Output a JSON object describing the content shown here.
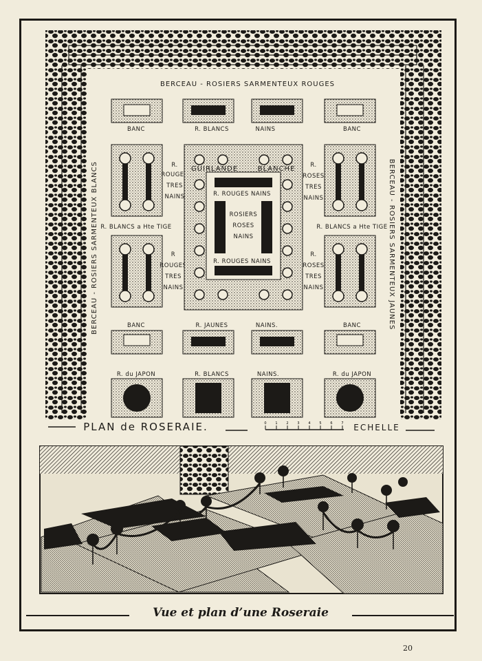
{
  "plan": {
    "top_border": "BERCEAU - ROSIERS SARMENTEUX ROUGES",
    "left_border": "BERCEAU - ROSIERS SARMENTEUX BLANCS",
    "right_border": "BERCEAU - ROSIERS SARMENTEUX JAUNES",
    "banc": "BANC",
    "r_blancs": "R. BLANCS",
    "nains": "NAINS",
    "r_blancs_nains": "R. BLANCS NAINS.",
    "r_rouges_tres_nains": [
      "R.",
      "ROUGES",
      "TRES",
      "NAINS"
    ],
    "r_roses_tres_nains": [
      "R.",
      "ROSES",
      "TRES",
      "NAINS"
    ],
    "r_rouges_bottom": [
      "R",
      "ROUGES",
      "TRES",
      "NAINS"
    ],
    "r_roses_bottom": [
      "R.",
      "ROSES",
      "TRES",
      "NAINS"
    ],
    "guirlande": "GUIRLANDE",
    "blanche": "BLANCHE",
    "r_rouges_nains": "R. ROUGES NAINS",
    "rosiers_roses_nains": [
      "ROSIERS",
      "ROSES",
      "NAINS"
    ],
    "r_blancs_htige": "R. BLANCS a Hte TIGE",
    "r_jaunes": "R. JAUNES",
    "nains2": "NAINS.",
    "r_du_japon": "R. du JAPON",
    "plan_title": "PLAN de ROSERAIE.",
    "scale_label": "ECHELLE",
    "scale_ticks": [
      "0",
      "1",
      "2",
      "3",
      "4",
      "5",
      "6",
      "7"
    ]
  },
  "caption": "Vue et plan d’une Roseraie",
  "page_number": "20"
}
